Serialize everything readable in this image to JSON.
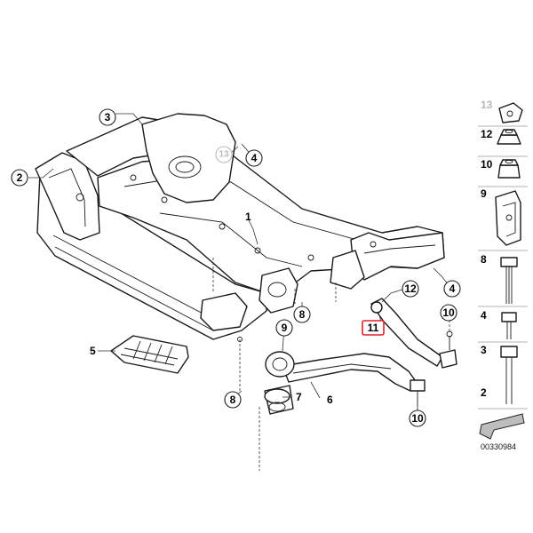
{
  "diagram": {
    "callouts": [
      {
        "id": "c3a",
        "text": "3"
      },
      {
        "id": "c13a",
        "text": "13"
      },
      {
        "id": "c4a",
        "text": "4"
      },
      {
        "id": "c2",
        "text": "2"
      },
      {
        "id": "c1",
        "text": "1"
      },
      {
        "id": "c12",
        "text": "12"
      },
      {
        "id": "c4b",
        "text": "4"
      },
      {
        "id": "c8a",
        "text": "8"
      },
      {
        "id": "c9",
        "text": "9"
      },
      {
        "id": "c10a",
        "text": "10"
      },
      {
        "id": "c11",
        "text": "11"
      },
      {
        "id": "c5",
        "text": "5"
      },
      {
        "id": "c8b",
        "text": "8"
      },
      {
        "id": "c7",
        "text": "7"
      },
      {
        "id": "c6",
        "text": "6"
      },
      {
        "id": "c10b",
        "text": "10"
      }
    ],
    "sidebar": [
      {
        "num": "13",
        "greyed": true,
        "icon": "bracket-icon"
      },
      {
        "num": "12",
        "greyed": false,
        "icon": "flange-nut-icon"
      },
      {
        "num": "10",
        "greyed": false,
        "icon": "lock-nut-icon"
      },
      {
        "num": "9",
        "greyed": false,
        "icon": "clamp-bracket-icon"
      },
      {
        "num": "8",
        "greyed": false,
        "icon": "long-bolt-icon"
      },
      {
        "num": "4",
        "greyed": false,
        "icon": "short-bolt-icon"
      },
      {
        "num": "3",
        "greyed": false,
        "icon": "hex-bolt-icon"
      },
      {
        "num": "2",
        "greyed": false,
        "icon": ""
      }
    ],
    "diagram_code": "00330984",
    "highlight_color": "#e01f2b"
  }
}
